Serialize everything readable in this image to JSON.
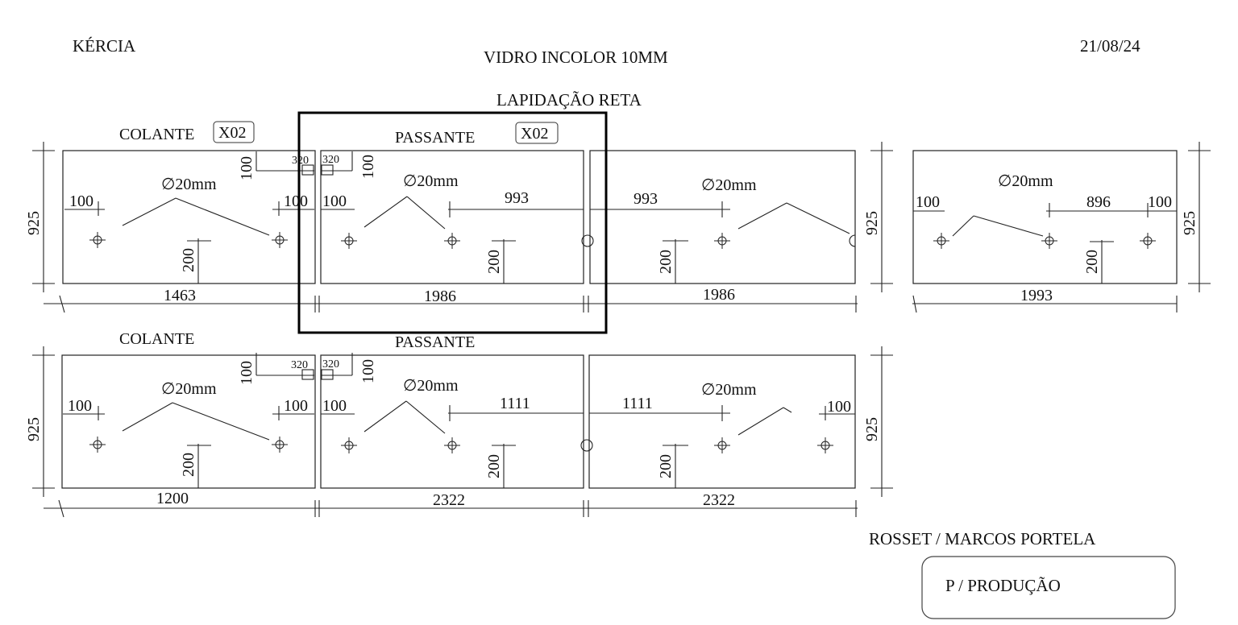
{
  "header": {
    "client": "KÉRCIA",
    "material": "VIDRO INCOLOR 10MM",
    "finish": "LAPIDAÇÃO RETA",
    "date": "21/08/24"
  },
  "footer": {
    "designer": "ROSSET / MARCOS PORTELA",
    "note": "P / PRODUÇÃO"
  },
  "row1": {
    "colante_label": "COLANTE",
    "colante_qty": "X02",
    "passante_label": "PASSANTE",
    "passante_qty": "X02",
    "height": "925",
    "hole_diameter": "∅20mm",
    "edge_offset": "100",
    "notch_w": "320",
    "notch_h": "100",
    "hinge_v": "200",
    "passante_h_dim": "993",
    "right_h_dim": "896",
    "widths": [
      "1463",
      "1986",
      "1986",
      "1993"
    ]
  },
  "row2": {
    "colante_label": "COLANTE",
    "passante_label": "PASSANTE",
    "height": "925",
    "hole_diameter": "∅20mm",
    "edge_offset": "100",
    "notch_w": "320",
    "notch_h": "100",
    "hinge_v": "200",
    "passante_h_dim": "1111",
    "widths": [
      "1200",
      "2322",
      "2322"
    ]
  }
}
